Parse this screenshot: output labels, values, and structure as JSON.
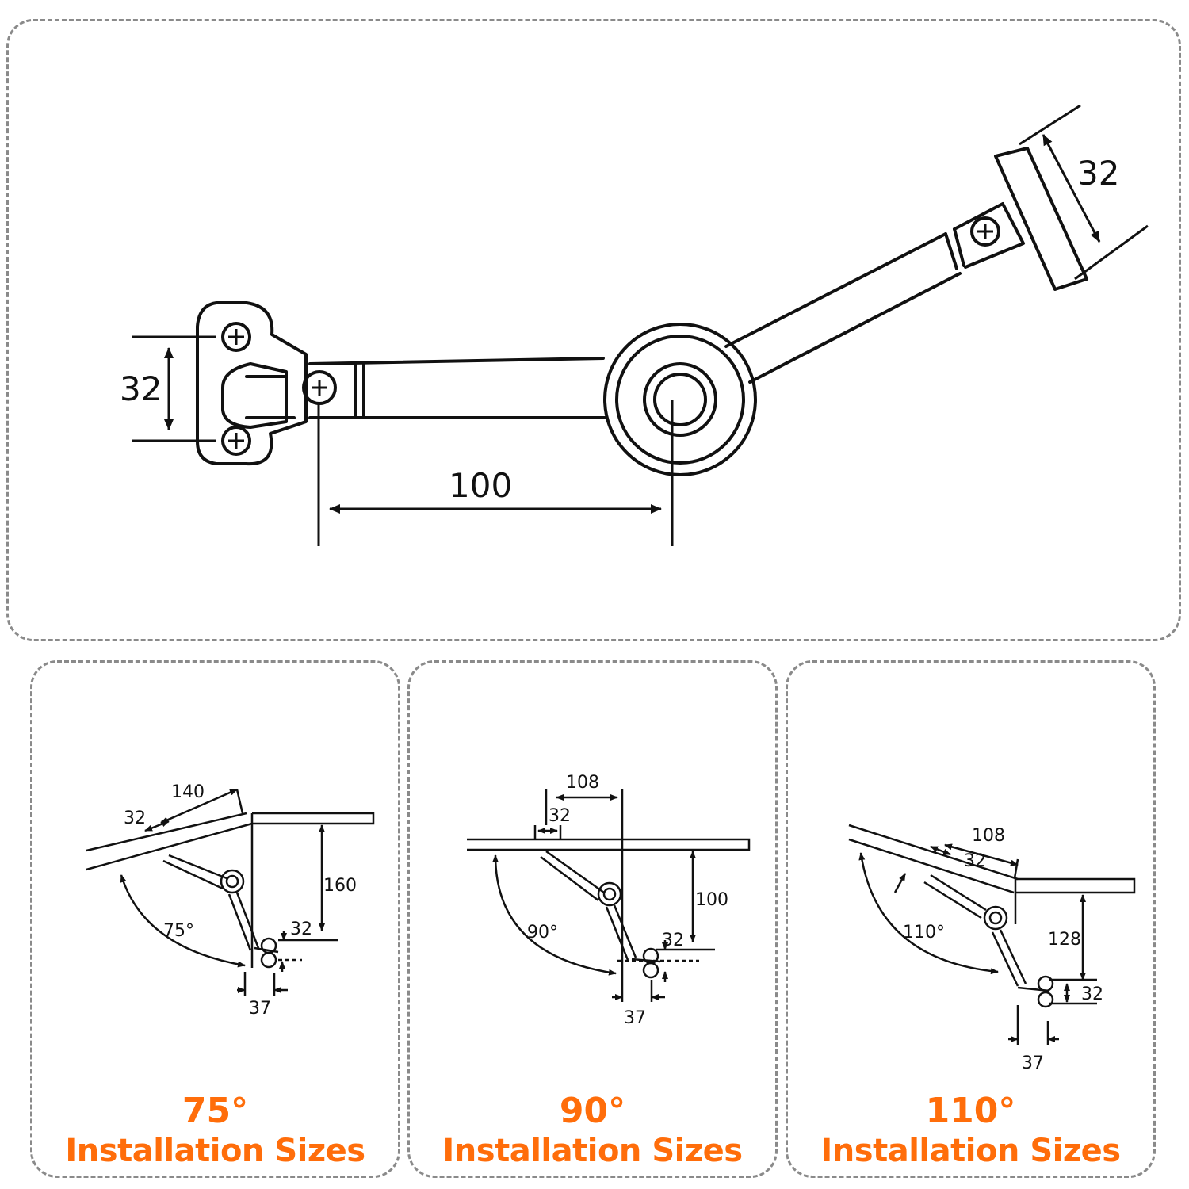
{
  "top": {
    "dim_left": "32",
    "dim_center": "100",
    "dim_right": "32"
  },
  "panels": [
    {
      "angle": "75°",
      "caption": "Installation Sizes",
      "dims": {
        "a": "140",
        "b": "32",
        "c": "160",
        "d": "32",
        "e": "37",
        "angle": "75°"
      }
    },
    {
      "angle": "90°",
      "caption": "Installation Sizes",
      "dims": {
        "a": "108",
        "b": "32",
        "c": "100",
        "d": "32",
        "e": "37",
        "angle": "90°"
      }
    },
    {
      "angle": "110°",
      "caption": "Installation Sizes",
      "dims": {
        "a": "108",
        "b": "32",
        "c": "128",
        "d": "32",
        "e": "37",
        "angle": "110°"
      }
    }
  ],
  "colors": {
    "accent": "#ff6d0a",
    "line": "#111111",
    "border": "#8a8a8a"
  }
}
